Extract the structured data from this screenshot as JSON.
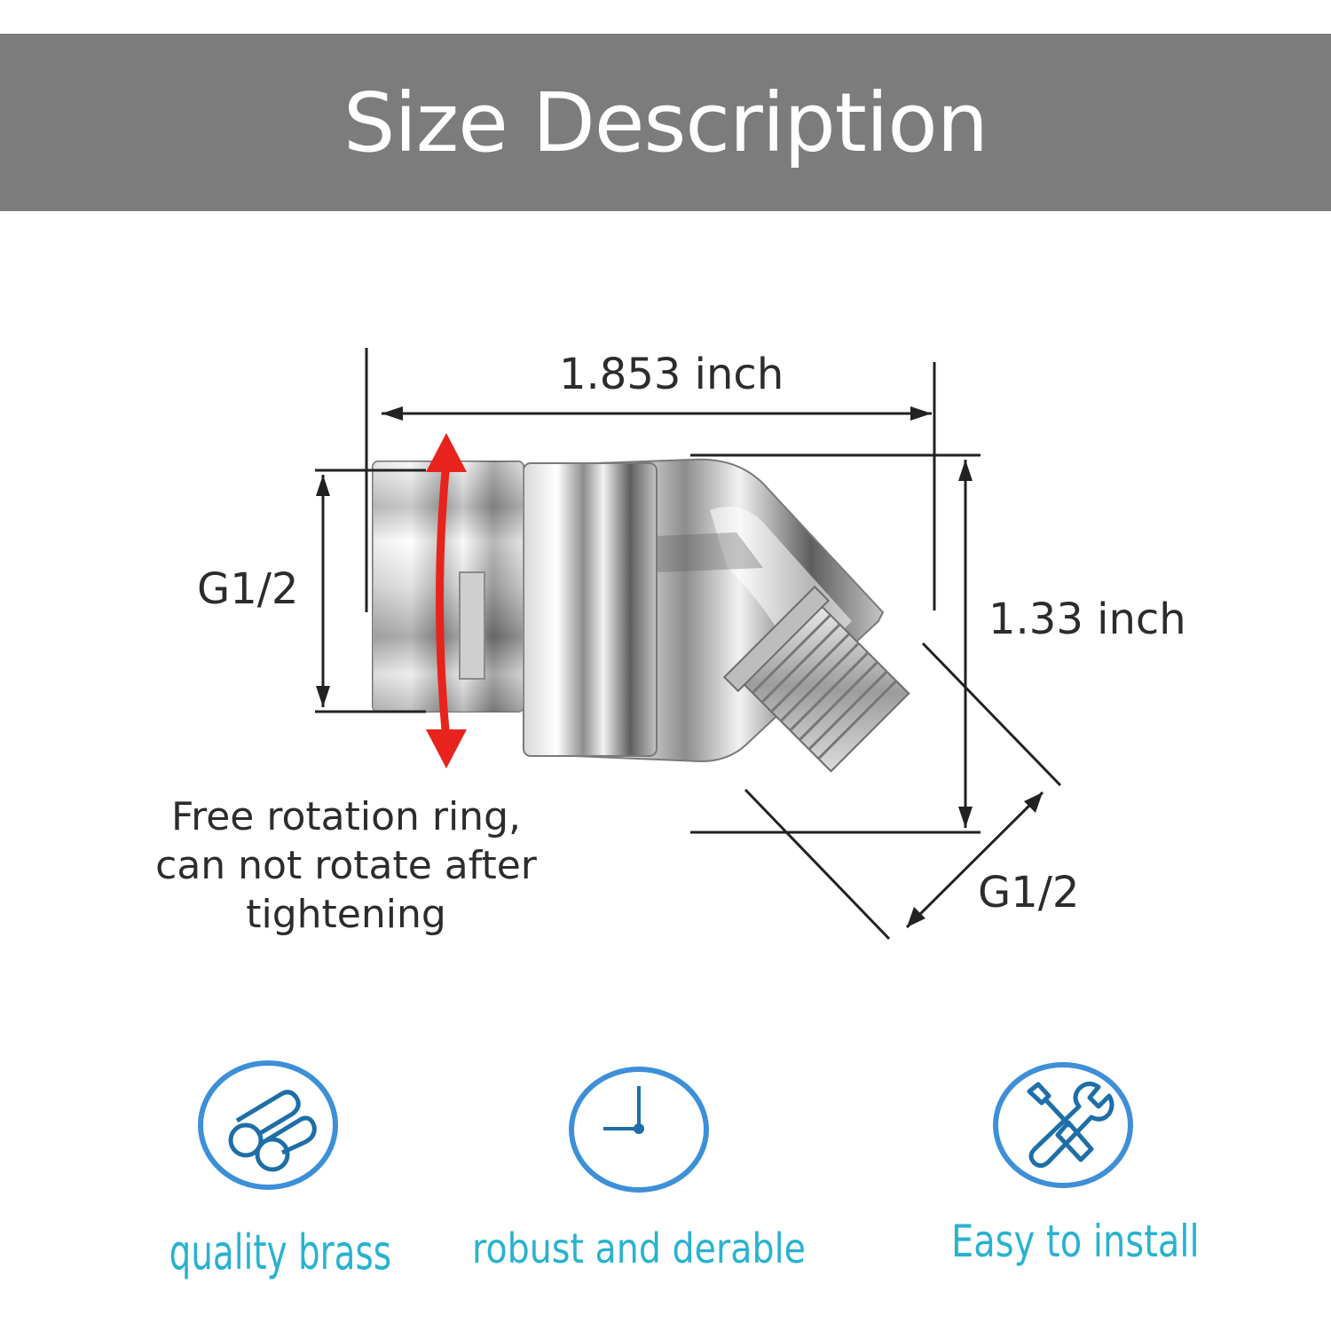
{
  "header": {
    "title": "Size Description"
  },
  "dimensions": {
    "width_label": "1.853 inch",
    "height_label": "1.33 inch",
    "inlet_thread_label": "G1/2",
    "outlet_thread_label": "G1/2"
  },
  "note": {
    "lines": [
      "Free rotation ring,",
      "can not rotate after",
      "tightening"
    ]
  },
  "features": [
    {
      "label": "quality brass",
      "icon": "brass-pipes-icon"
    },
    {
      "label": "robust and derable",
      "icon": "clock-icon"
    },
    {
      "label": "Easy to install",
      "icon": "tools-icon"
    }
  ],
  "colors": {
    "banner": "#7c7c7c",
    "accent_blue": "#3d8fd8",
    "label_cyan": "#29b2d0",
    "rotation_arrow": "#e8231e",
    "dimension_lines": "#222222"
  }
}
